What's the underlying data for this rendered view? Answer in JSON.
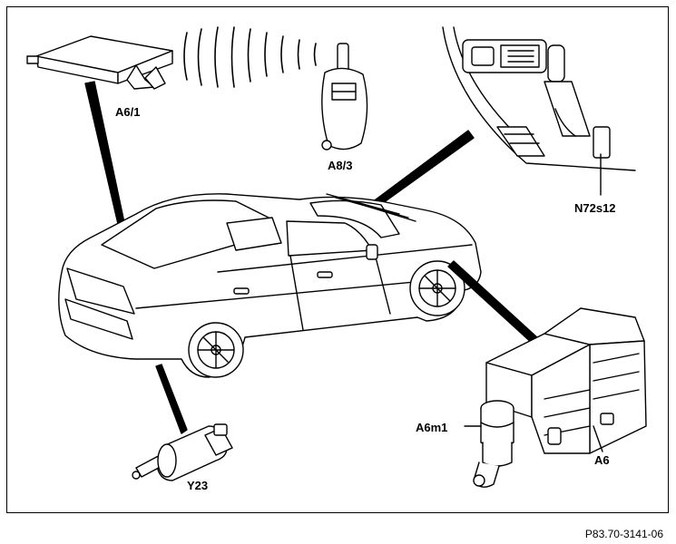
{
  "labels": {
    "a6_1": "A6/1",
    "a8_3": "A8/3",
    "n72s12": "N72s12",
    "a6m1": "A6m1",
    "a6": "A6",
    "y23": "Y23"
  },
  "reference": "P83.70-3141-06",
  "colors": {
    "line": "#000000",
    "background": "#ffffff"
  }
}
